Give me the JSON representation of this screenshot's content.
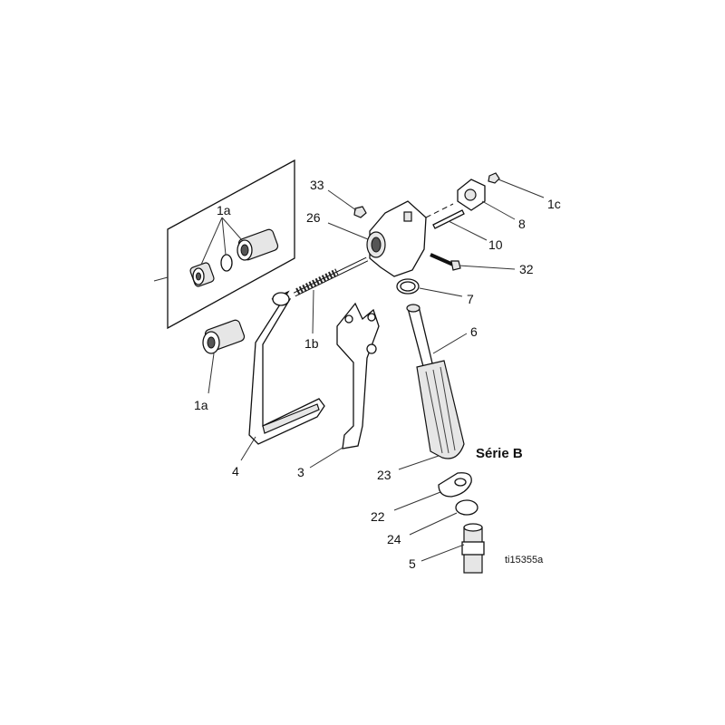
{
  "diagram": {
    "labels": {
      "p33": "33",
      "p26": "26",
      "p1a_box": "1a",
      "p1a": "1a",
      "p1b": "1b",
      "p4": "4",
      "p3": "3",
      "p1c": "1c",
      "p8": "8",
      "p10": "10",
      "p32": "32",
      "p7": "7",
      "p6": "6",
      "p23": "23",
      "p22": "22",
      "p24": "24",
      "p5": "5"
    },
    "series_label": "Série B",
    "figure_id": "ti15355a"
  }
}
